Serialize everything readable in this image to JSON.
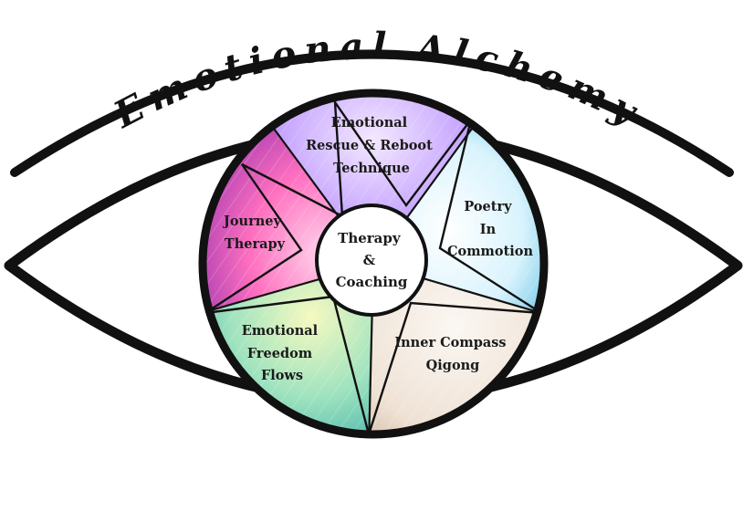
{
  "title": "Emotional Alchemy",
  "center": {
    "lines": [
      "Therapy",
      "&",
      "Coaching"
    ]
  },
  "segments": [
    {
      "key": "top",
      "lines": [
        "Emotional",
        "Rescue & Reboot",
        "Technique"
      ],
      "color_light": "#e9d8ff",
      "color_dark": "#8f67f0"
    },
    {
      "key": "right",
      "lines": [
        "Poetry",
        "In",
        "Commotion"
      ],
      "color_light": "#f2fbff",
      "color_dark": "#1aa6d6"
    },
    {
      "key": "bottom-right",
      "lines": [
        "Inner Compass",
        "Qigong"
      ],
      "color_light": "#f8f2ec",
      "color_dark": "#d9c3ae"
    },
    {
      "key": "bottom-left",
      "lines": [
        "Emotional",
        "Freedom",
        "Flows"
      ],
      "color_light": "#eaf7c4",
      "color_dark": "#2fb3a6"
    },
    {
      "key": "left",
      "lines": [
        "Journey",
        "Therapy"
      ],
      "color_light": "#ff9fd0",
      "color_dark": "#7a1fb0"
    }
  ],
  "colors": {
    "outline": "#111111",
    "background": "#ffffff"
  }
}
